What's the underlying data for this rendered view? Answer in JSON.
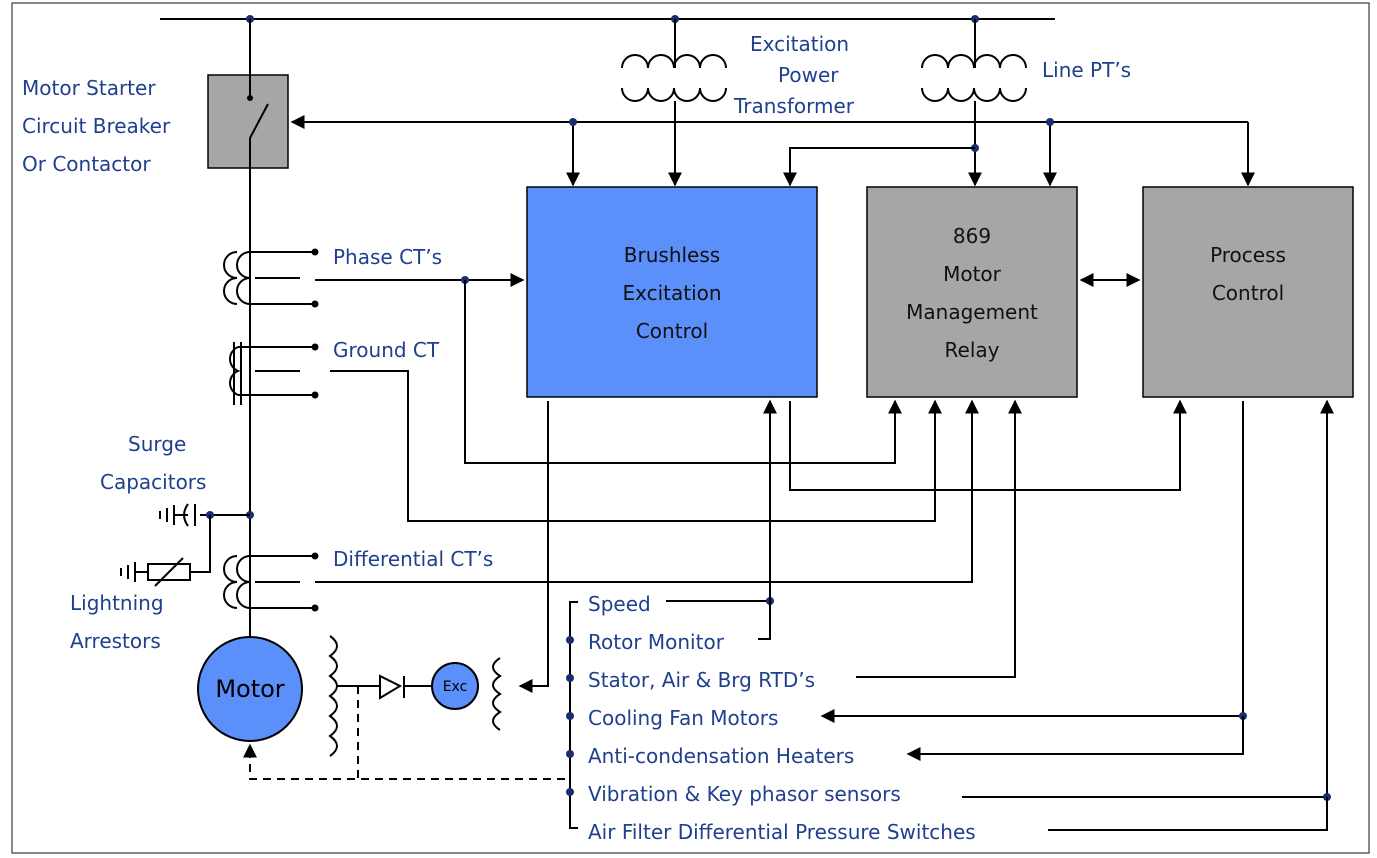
{
  "labels": {
    "starter": [
      "Motor Starter",
      "Circuit Breaker",
      "Or Contactor"
    ],
    "excitation_transformer": [
      "Excitation",
      "Power",
      "Transformer"
    ],
    "line_pt": "Line PT’s",
    "phase_ct": "Phase CT’s",
    "ground_ct": "Ground CT",
    "surge_capacitors": [
      "Surge",
      "Capacitors"
    ],
    "lightning_arrestors": [
      "Lightning",
      "Arrestors"
    ],
    "differential_ct": "Differential CT’s",
    "motor": "Motor",
    "exc": "Exc"
  },
  "blocks": {
    "excitation_control": [
      "Brushless",
      "Excitation",
      "Control"
    ],
    "relay": [
      "869",
      "Motor",
      "Management",
      "Relay"
    ],
    "process_control": [
      "Process",
      "Control"
    ]
  },
  "io_list": [
    "Speed",
    "Rotor Monitor",
    "Stator, Air & Brg RTD’s",
    "Cooling Fan Motors",
    "Anti-condensation Heaters",
    "Vibration & Key phasor sensors",
    "Air Filter Differential Pressure Switches"
  ],
  "colors": {
    "label_text": "#1f3f8f",
    "excitation_block": "#5b8ff9",
    "gray_block": "#a6a6a6",
    "motor_fill": "#5b8ff9",
    "wire": "#000000"
  }
}
